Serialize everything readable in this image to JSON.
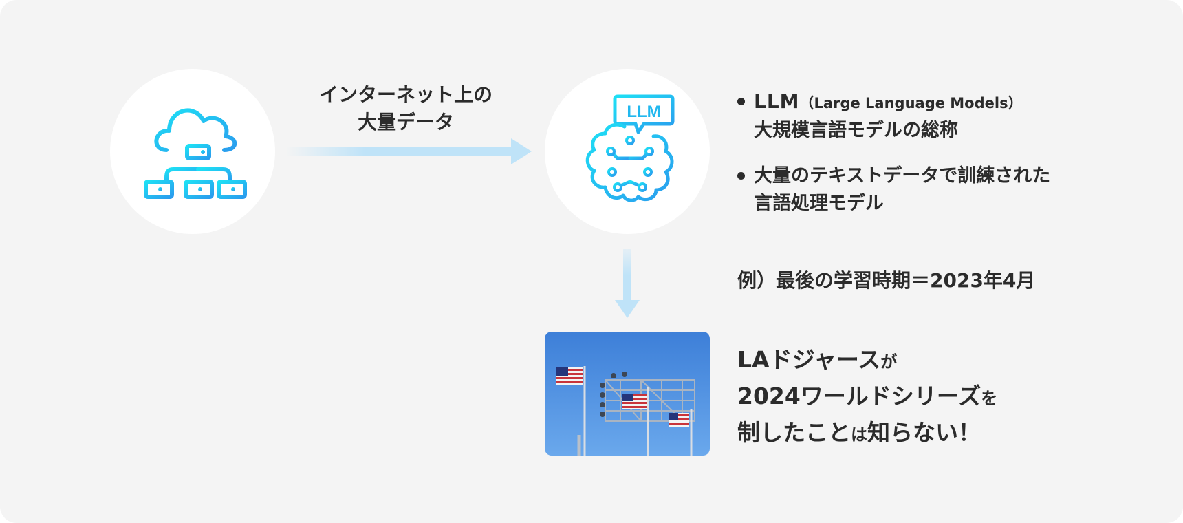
{
  "source_label": {
    "line1": "インターネット上の",
    "line2": "大量データ"
  },
  "icons": {
    "source": "cloud-network-icon",
    "llm": "llm-brain-icon",
    "badge_text": "LLM"
  },
  "bullets": {
    "item1": {
      "abbr": "LLM",
      "full": "（Large Language Models）",
      "desc": "大規模言語モデルの総称"
    },
    "item2": {
      "line1": "大量のテキストデータで訓練された",
      "line2": "言語処理モデル"
    }
  },
  "example": "例）最後の学習時期＝2023年4月",
  "photo": {
    "subject": "american-flags-stadium-lights"
  },
  "note": {
    "line1_a": "LAドジャース",
    "line1_b": "が",
    "line2_a": "2024ワールドシリーズ",
    "line2_b": "を",
    "line3_a": "制したこと",
    "line3_b": "は",
    "line3_c": "知らない！"
  },
  "colors": {
    "accent": "#1ec8f2",
    "accent2": "#27a6ee",
    "arrow": "#bfe3f8",
    "panel": "#f4f4f4"
  }
}
